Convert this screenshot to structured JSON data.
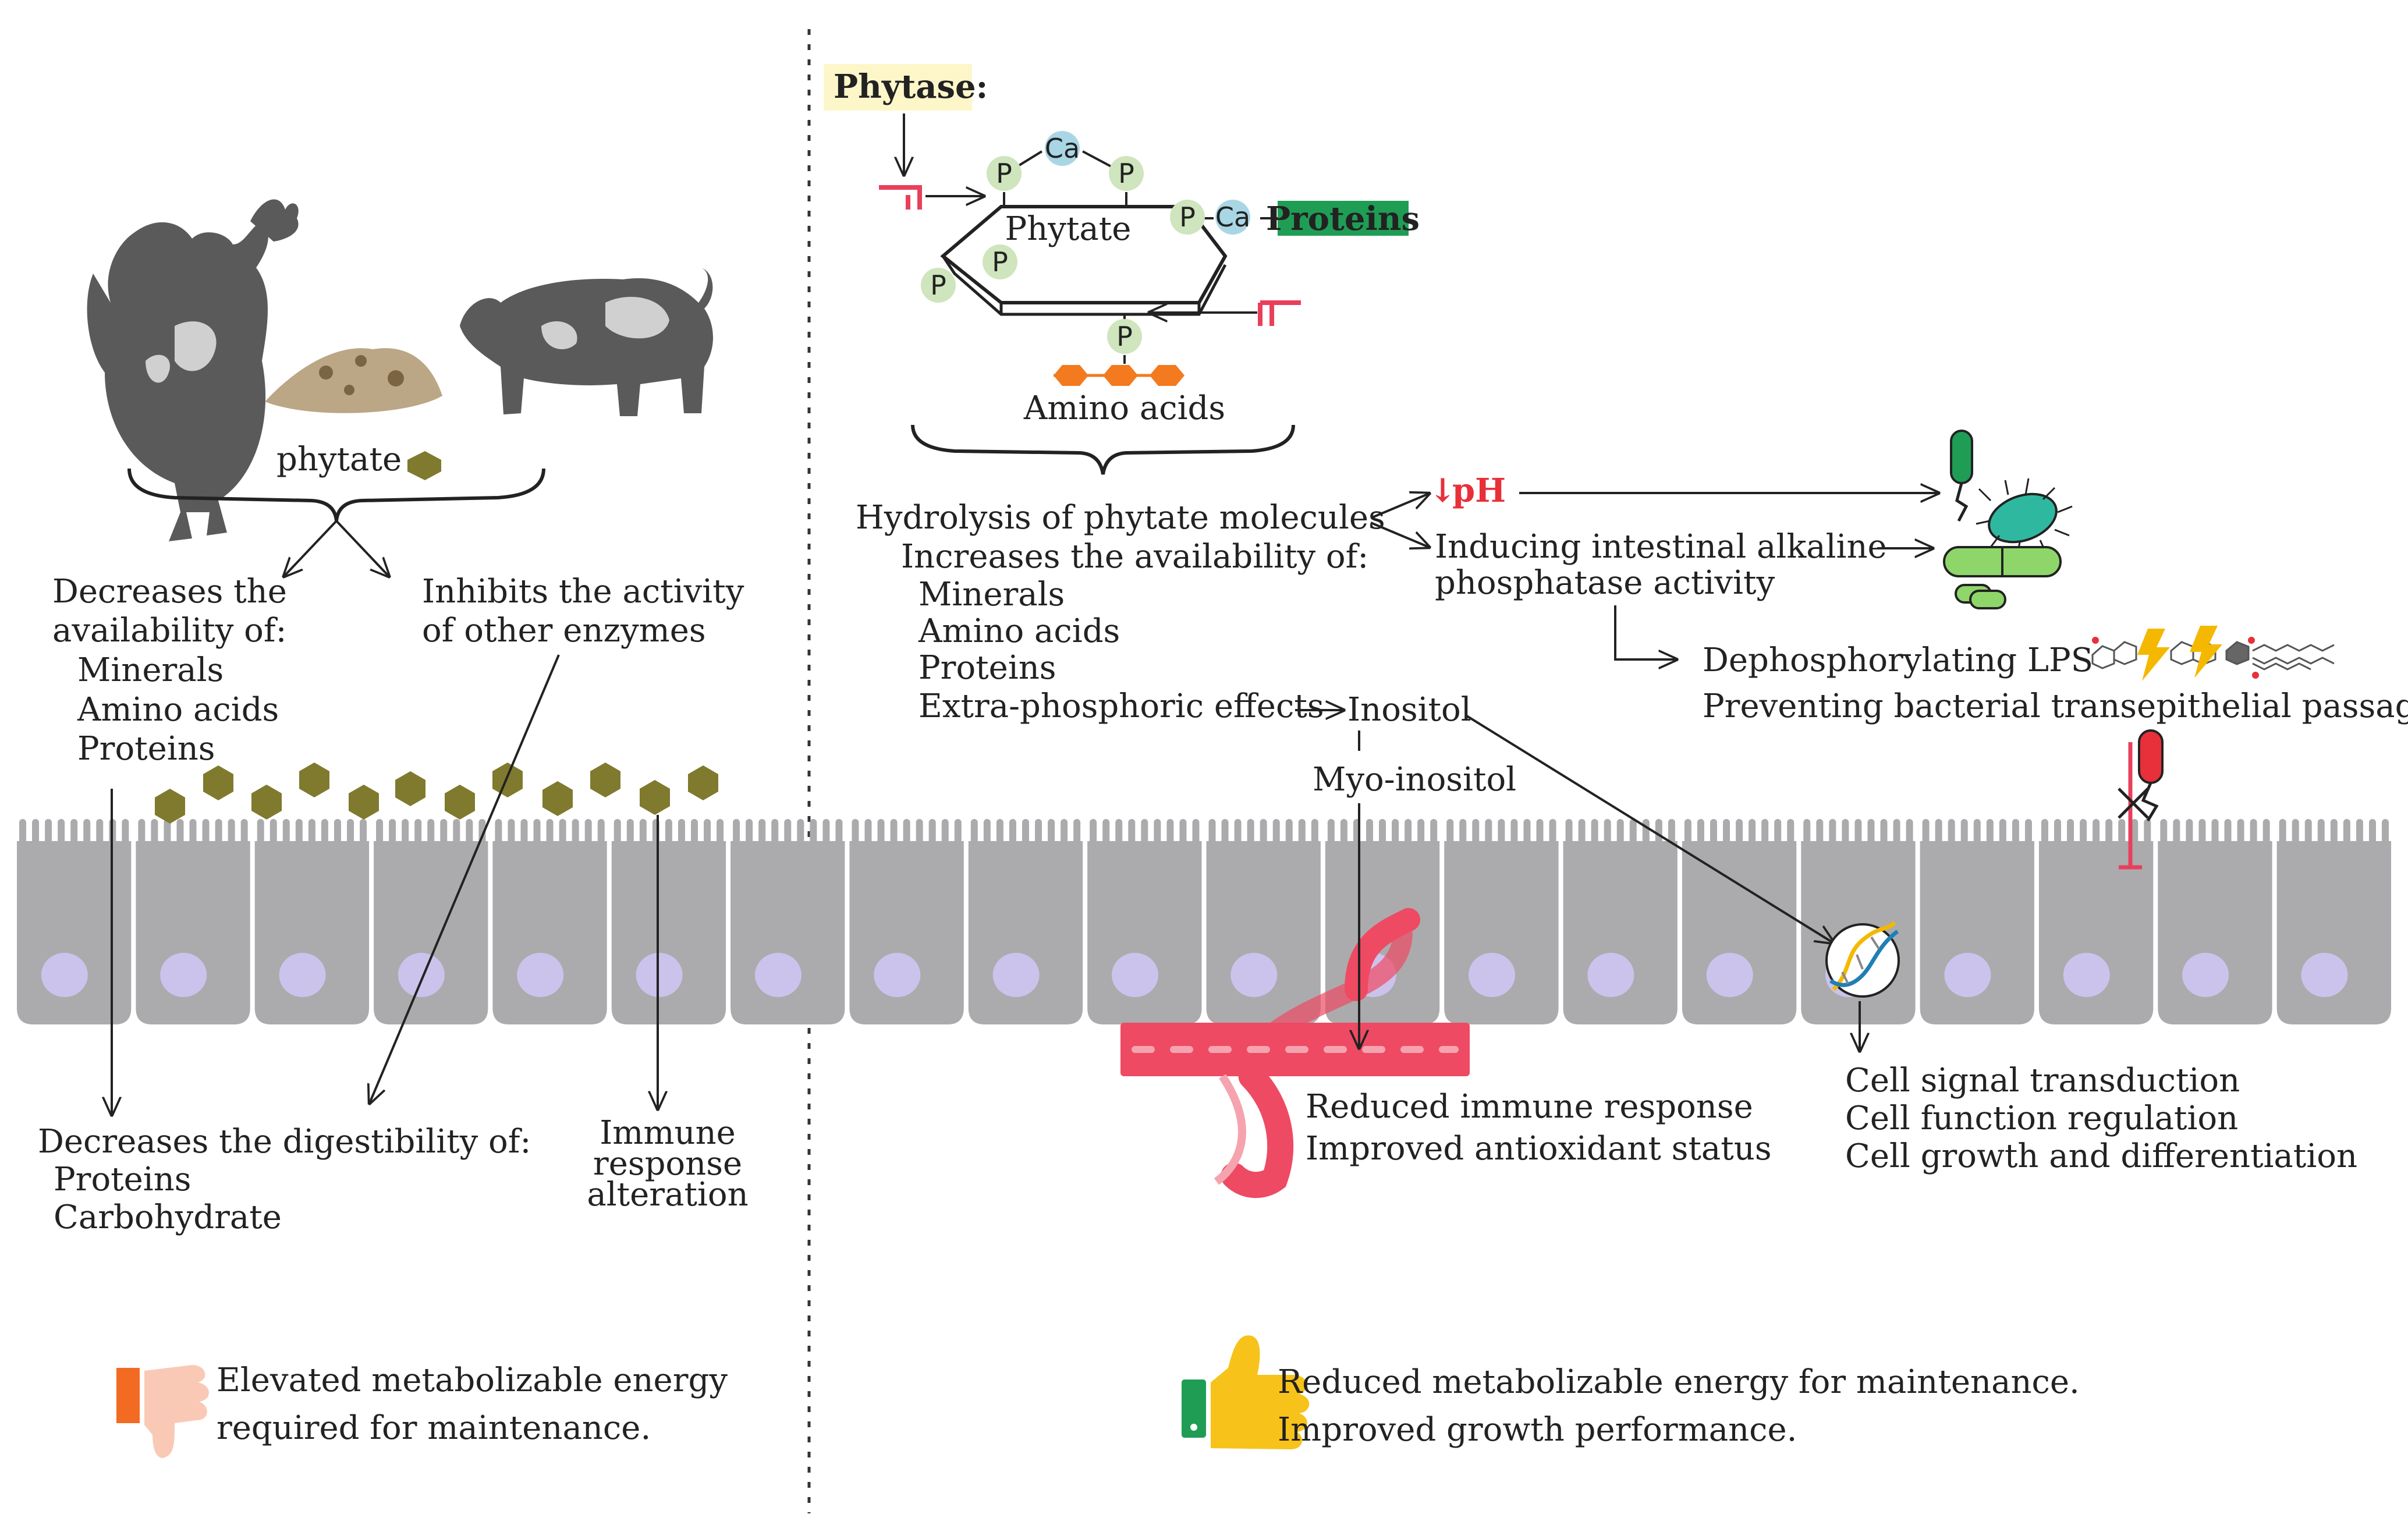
{
  "left": {
    "phytate_label": "phytate",
    "decrease_availability": {
      "title_line1": "Decreases the",
      "title_line2": "availability of:",
      "items": [
        "Minerals",
        "Amino acids",
        "Proteins"
      ]
    },
    "inhibits": {
      "line1": "Inhibits the activity",
      "line2": "of other enzymes"
    },
    "digestibility": {
      "title": "Decreases the digestibility of:",
      "items": [
        "Proteins",
        "Carbohydrate"
      ]
    },
    "immune": {
      "line1": "Immune",
      "line2": "response",
      "line3": "alteration"
    },
    "outcome": {
      "line1": "Elevated metabolizable energy",
      "line2": "required for maintenance."
    }
  },
  "right": {
    "phytase_label": "Phytase:",
    "molecule": {
      "center_label": "Phytate",
      "phosphate": "P",
      "calcium": "Ca",
      "proteins": "Proteins",
      "amino_acids": "Amino acids"
    },
    "hydrolysis": {
      "title": "Hydrolysis of phytate molecules",
      "subtitle": "Increases the availability of:",
      "items": [
        "Minerals",
        "Amino acids",
        "Proteins",
        "Extra-phosphoric effects"
      ]
    },
    "ph": {
      "arrow": "↓",
      "label": "pH"
    },
    "alkaline": {
      "line1": "Inducing intestinal alkaline",
      "line2": "phosphatase activity"
    },
    "lps": {
      "line1": "Dephosphorylating LPS",
      "line2": "Preventing bacterial transepithelial passage"
    },
    "inositol": "Inositol",
    "myo_inositol": "Myo-inositol",
    "blood": {
      "line1": "Reduced immune response",
      "line2": "Improved antioxidant status"
    },
    "cell": {
      "line1": "Cell signal transduction",
      "line2": "Cell function regulation",
      "line3": "Cell growth and differentiation"
    },
    "outcome": {
      "line1": "Reduced metabolizable energy for maintenance.",
      "line2": "Improved growth performance."
    }
  },
  "colors": {
    "epithelium": "#ababad",
    "nucleus": "#cbc3ec",
    "phytate": "#7f7a2e",
    "blood": "#ee4a63",
    "phytase_bg": "#fdf6c9",
    "proteins_bg": "#1f9d55",
    "phosphate": "#cfe5bd",
    "calcium": "#a9d6e5",
    "amino_acid": "#f37a1f",
    "inhibitor": "#e8405c",
    "ph_red": "#e8303a"
  }
}
